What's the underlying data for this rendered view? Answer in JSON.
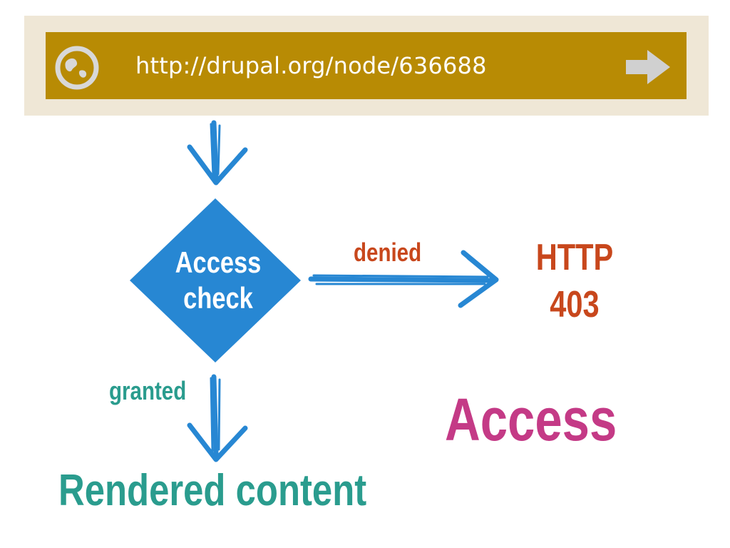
{
  "url_bar": {
    "url": "http://drupal.org/node/636688",
    "globe_icon": "globe-icon",
    "go_icon": "arrow-right-icon"
  },
  "diagram": {
    "decision": {
      "line1": "Access",
      "line2": "check"
    },
    "edges": {
      "denied": "denied",
      "granted": "granted"
    },
    "outcomes": {
      "http_line1": "HTTP",
      "http_line2": "403",
      "rendered": "Rendered content"
    },
    "topic_label": "Access"
  },
  "colors": {
    "frame": "#efe7d6",
    "url_bar": "#b88b04",
    "diamond": "#2787d3",
    "arrow": "#2787d3",
    "denied": "#c8471c",
    "granted": "#2a9c8e",
    "access": "#c43a86"
  }
}
